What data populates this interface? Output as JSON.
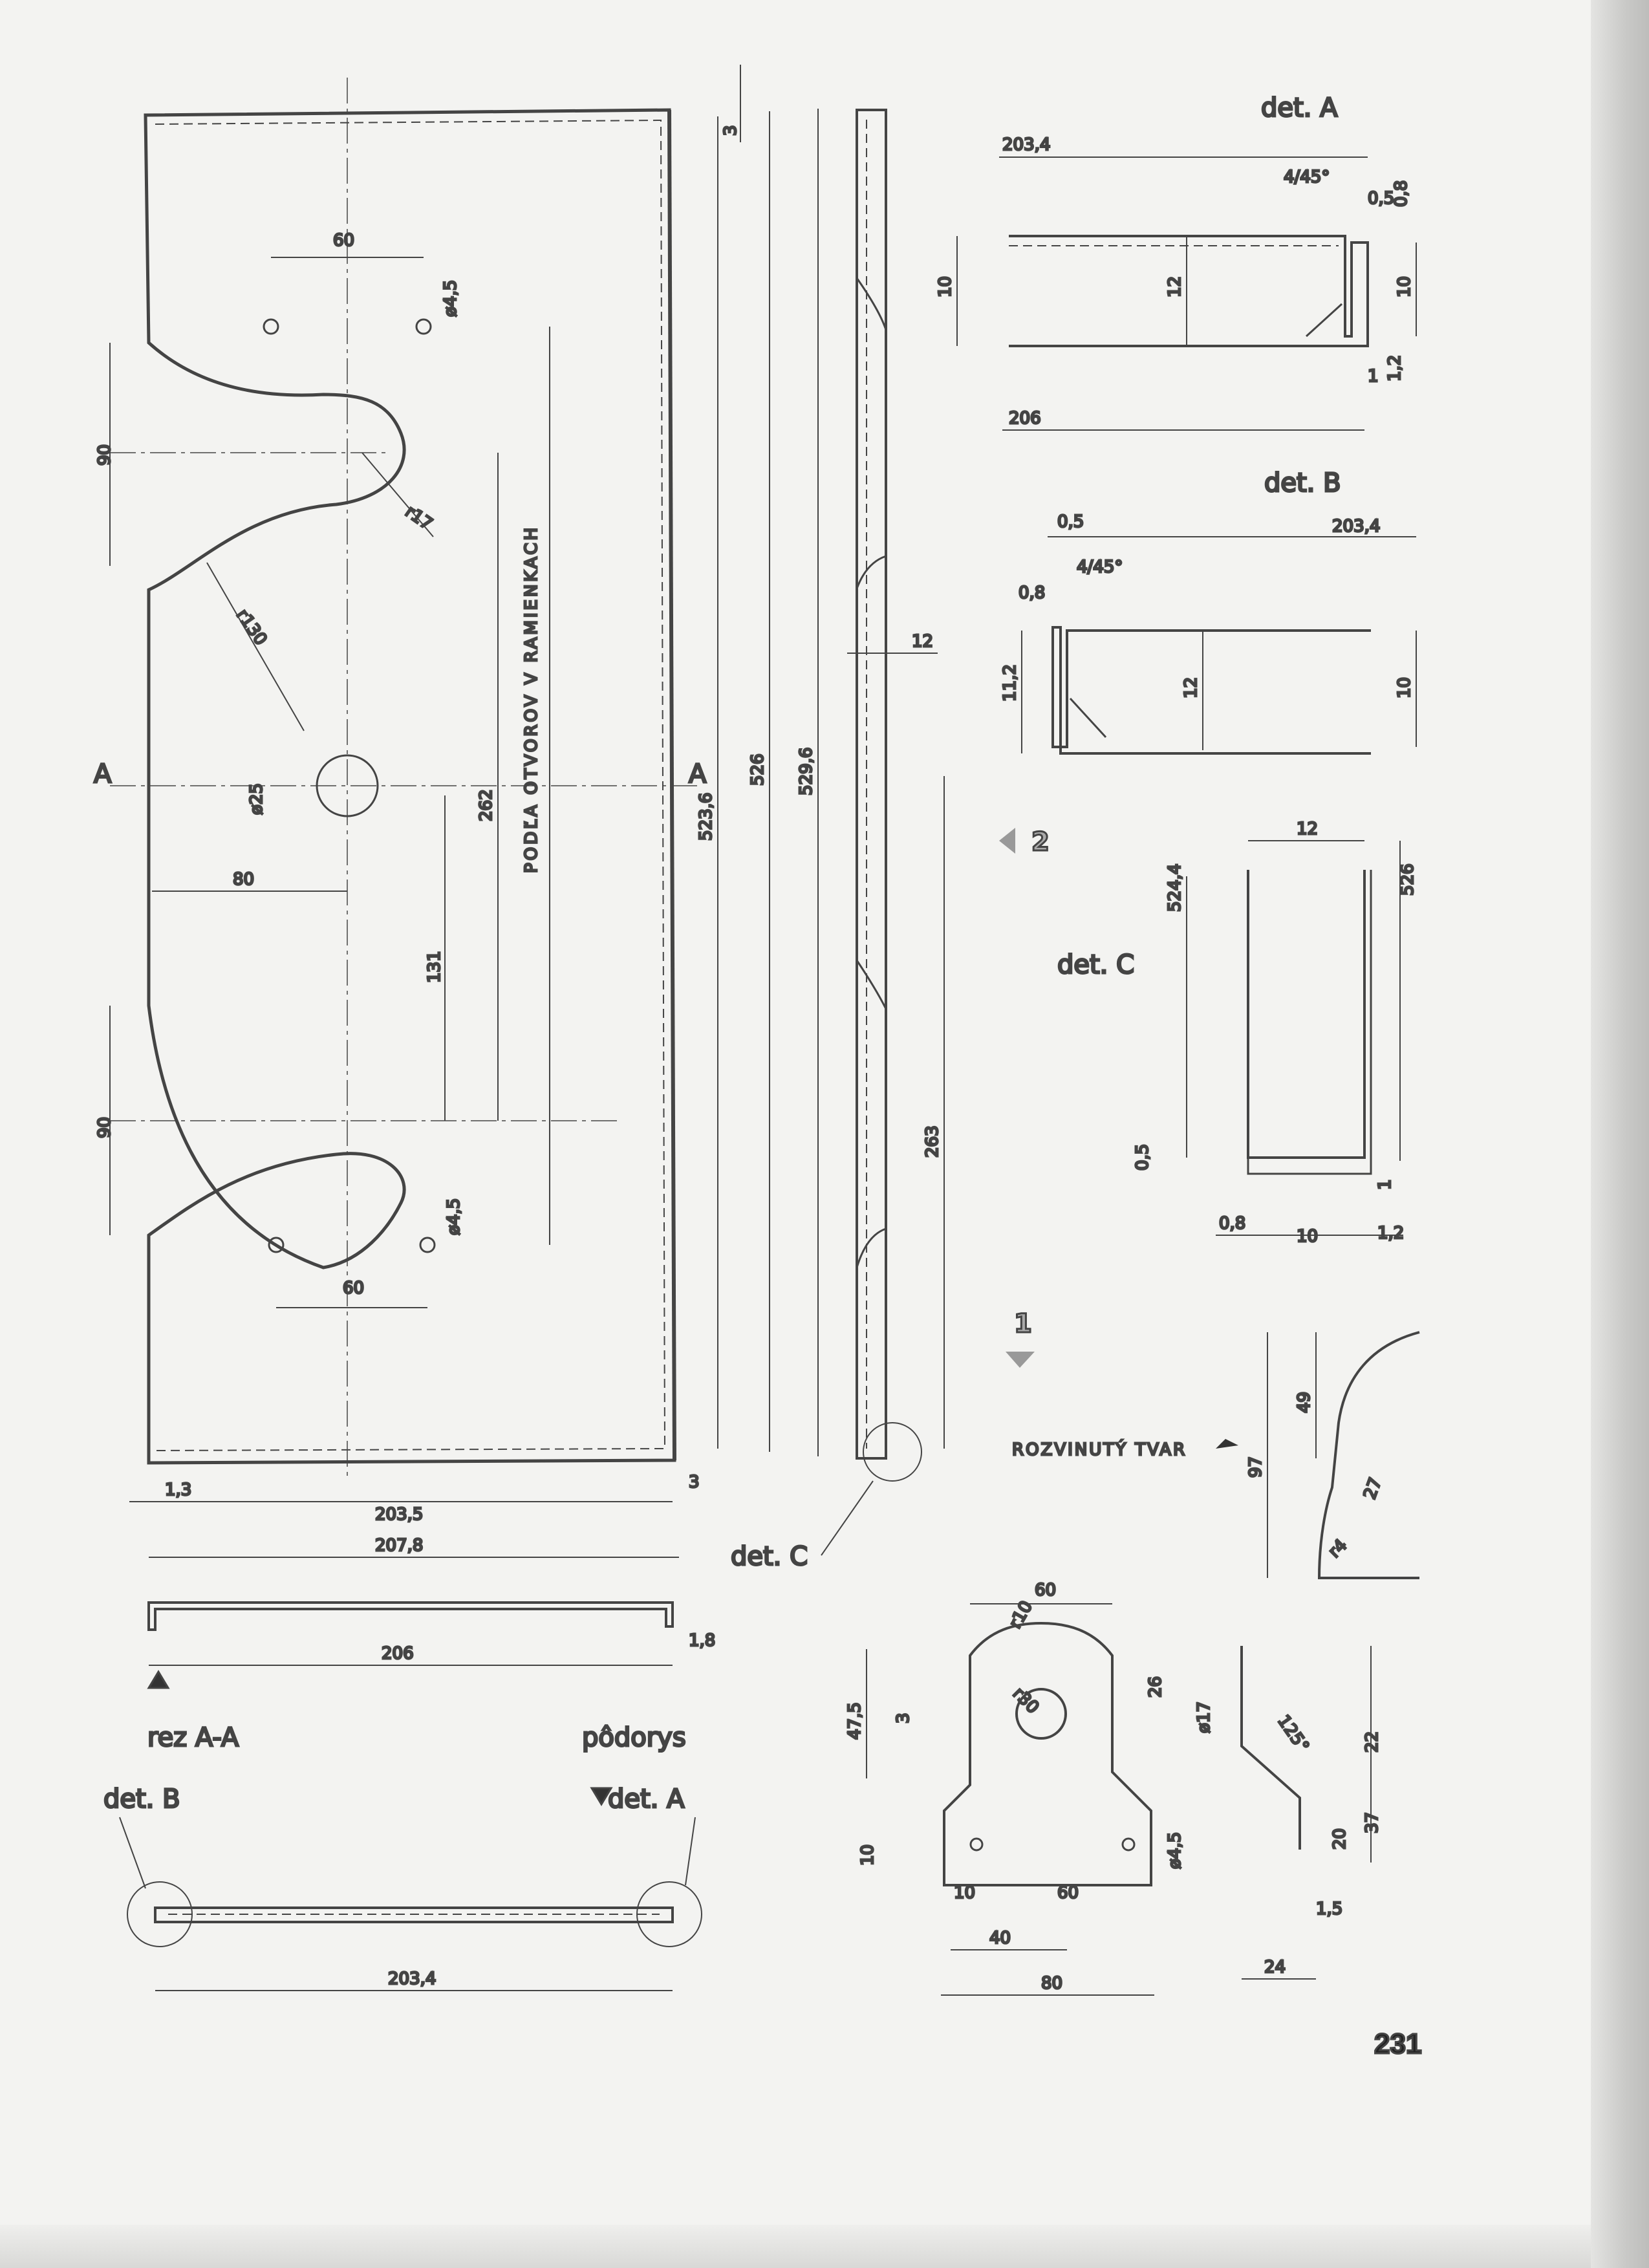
{
  "page": {
    "number": "231"
  },
  "details": {
    "det_a": "det. A",
    "det_b": "det. B",
    "det_c": "det. C"
  },
  "labels": {
    "section_a_left": "A",
    "section_a_right": "A",
    "holes_note": "PODĽA OTVOROV V RAMIENKACH",
    "section_view": "rez A-A",
    "plan_view": "pôdorys",
    "developed_shape": "ROZVINUTÝ TVAR",
    "arrow_1": "1",
    "arrow_2": "2"
  },
  "main_part": {
    "dims": {
      "hole_spacing_top": "60",
      "hole_dia_top": "ø4,5",
      "notch_h_top": "90",
      "r17": "r17",
      "r130": "r130",
      "hole_dia_center": "ø25",
      "offset_80": "80",
      "d262": "262",
      "d131": "131",
      "notch_h_bottom": "90",
      "hole_dia_bottom": "ø4,5",
      "hole_spacing_bottom": "60",
      "d3_top": "3",
      "d523_6": "523,6",
      "d526": "526",
      "d529_6": "529,6",
      "d12": "12",
      "d263": "263",
      "d1_3": "1,3",
      "d3_bottom": "3",
      "d203_5": "203,5",
      "d207_8": "207,8"
    }
  },
  "section_aa": {
    "d1_8": "1,8",
    "d206": "206"
  },
  "plan": {
    "d203_4": "203,4"
  },
  "det_a_dims": {
    "d203_4": "203,4",
    "d4_45": "4/45°",
    "d0_5": "0,5",
    "d0_8": "0,8",
    "d10_l": "10",
    "d12": "12",
    "d10_r": "10",
    "d1": "1",
    "d1_2": "1,2",
    "d206": "206"
  },
  "det_b_dims": {
    "d0_5": "0,5",
    "d203_4": "203,4",
    "d4_45": "4/45°",
    "d0_8": "0,8",
    "d11_2": "11,2",
    "d12": "12",
    "d10": "10"
  },
  "det_c_dims": {
    "d12": "12",
    "d524_4": "524,4",
    "d526": "526",
    "d0_5": "0,5",
    "d1": "1",
    "d0_8": "0,8",
    "d10": "10",
    "d1_2": "1,2"
  },
  "developed_dims": {
    "d49": "49",
    "d97": "97",
    "d27": "27",
    "r4": "r4"
  },
  "bracket_dims": {
    "d60": "60",
    "r10": "r10",
    "r30": "r30",
    "d26": "26",
    "d47_5": "47,5",
    "d3": "3",
    "d4_5": "ø4,5",
    "d10_v": "10",
    "d10_h": "10",
    "d60_b": "60",
    "d40": "40",
    "d80": "80",
    "d17": "ø17",
    "a125": "125°",
    "d22": "22",
    "d37": "37",
    "d20": "20",
    "d1_5": "1,5",
    "d24": "24"
  }
}
